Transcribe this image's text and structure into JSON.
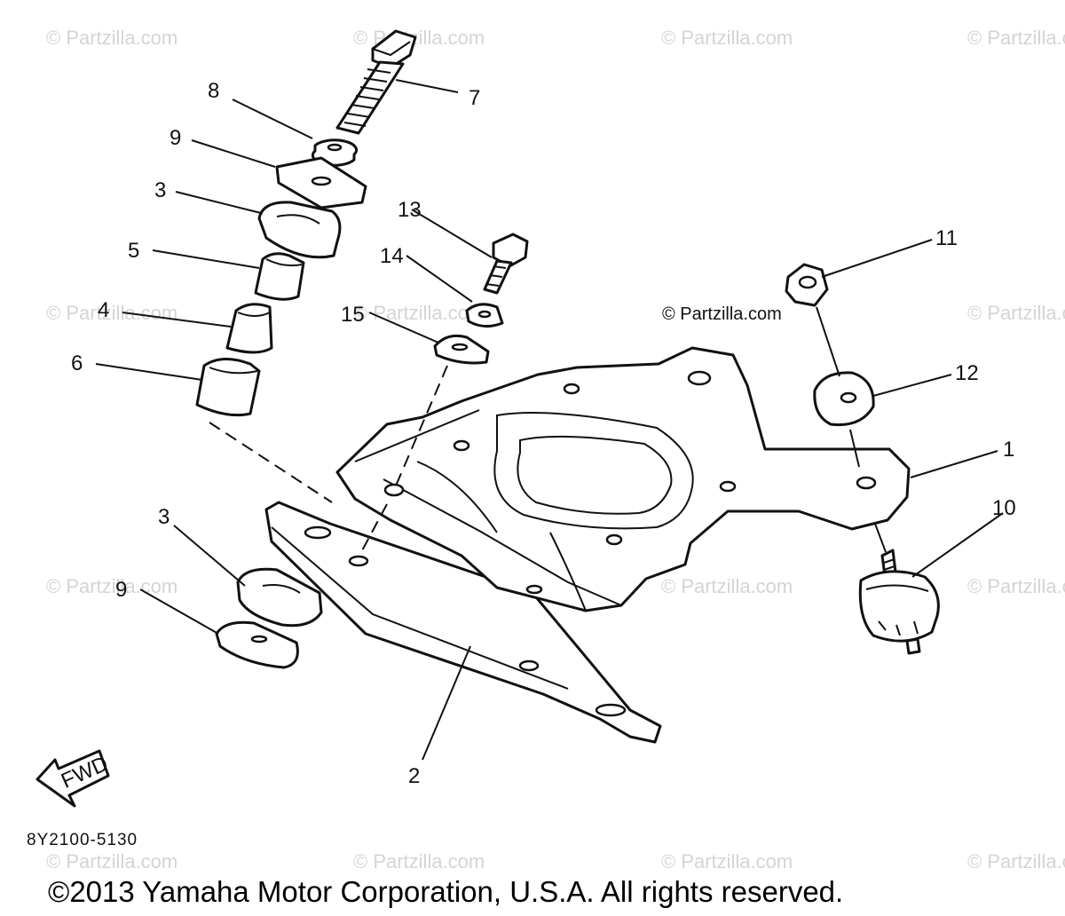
{
  "watermark_text": "© Partzilla.com",
  "center_watermark": "© Partzilla.com",
  "drawing_code": "8Y2100-5130",
  "fwd_label": "FWD",
  "copyright": "©2013 Yamaha Motor Corporation, U.S.A. All rights reserved.",
  "callouts": [
    "8",
    "9",
    "3",
    "5",
    "4",
    "6",
    "7",
    "13",
    "14",
    "15",
    "11",
    "12",
    "1",
    "10",
    "3",
    "9",
    "2"
  ]
}
